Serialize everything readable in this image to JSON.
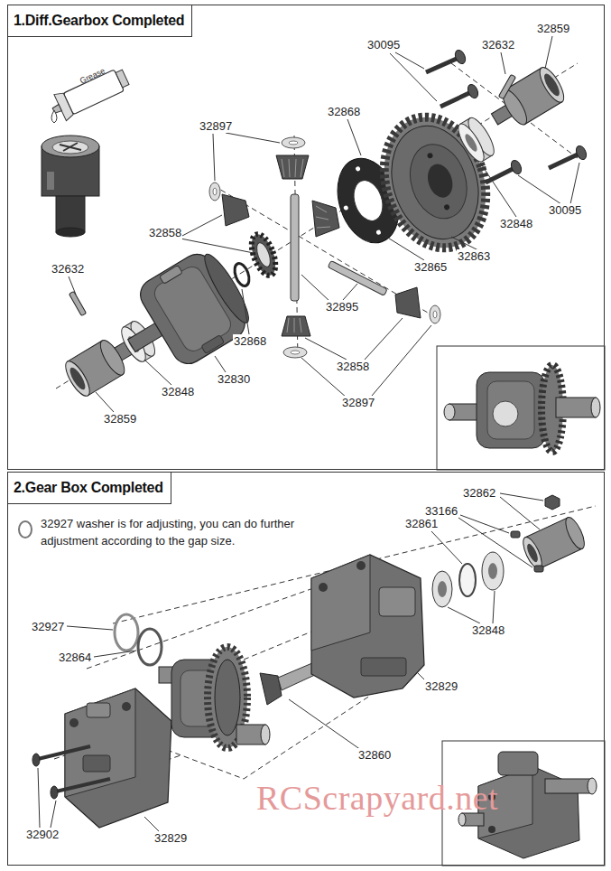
{
  "diagram": {
    "nodes": [
      {
        "text": [
          "1.Diff.Gearbox Completed"
        ]
      },
      {
        "text": [
          "2.Gear Box Completed"
        ]
      }
    ],
    "labels": [
      "Grease",
      "30095",
      "32632",
      "32859",
      "32897",
      "32868",
      "32858",
      "32632",
      "32863",
      "32848",
      "30095",
      "32865",
      "32895",
      "32868",
      "32830",
      "32848",
      "32859",
      "32858",
      "32897",
      "32927 washer is for adjusting, you can do further adjustment according to the gap size.",
      "32862",
      "33166",
      "32861",
      "32848",
      "32927",
      "32864",
      "32829",
      "32860",
      "32902",
      "32829",
      "RCScrapyard.net"
    ]
  }
}
